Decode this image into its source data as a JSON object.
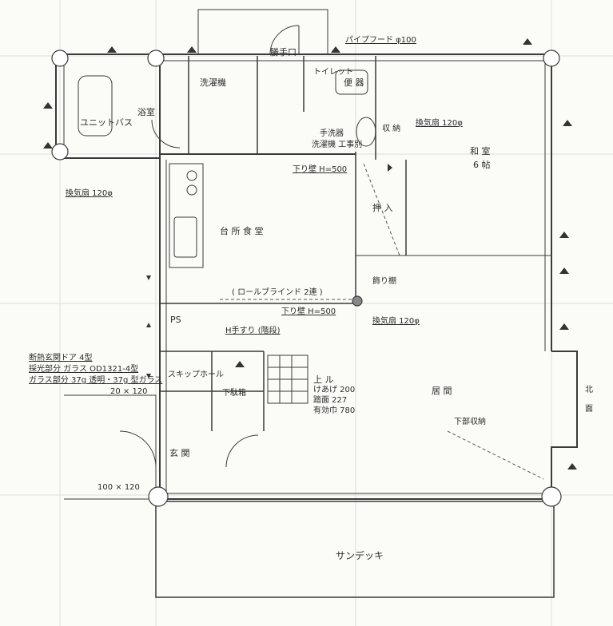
{
  "drawing": {
    "rooms": {
      "bath": "浴室",
      "unit_bath": "ユニットバス",
      "washroom": "洗濯機",
      "washroom_sub": "",
      "back_door": "勝手口",
      "toilet": "便 器",
      "washbasin": "手洗器",
      "storage1": "収 納",
      "japanese_room": "和 室",
      "japanese_size": "6 帖",
      "oshiire": "押 入",
      "ldk": "台 所  食 堂",
      "hall": "玄 関",
      "closet": "下駄箱",
      "skin_room": "スキップホール",
      "living": "居 間",
      "sundeck": "サンデッキ",
      "deco": "飾り棚",
      "ps": "PS",
      "kitchen": "",
      "wc_label": "トイレット"
    },
    "notes": {
      "pipe": "パイプフード φ100",
      "vent1": "換気扇 120φ",
      "vent2": "換気扇 120φ",
      "vent3": "換気扇 120φ",
      "drop_wall1": "下り壁 H=500",
      "drop_wall2": "下り壁 H=500",
      "roll_blind": "( ロールブラインド 2連 )",
      "handrail": "H手すり (階段)",
      "door_note_1": "断熱玄関ドア 4型",
      "door_note_2": "採光部分 ガラス OD1321-4型",
      "door_note_3": "ガラス部分 37g 透明・37g 型ガラス",
      "window_1": "20 × 120",
      "window_2": "100 × 120",
      "stair_up": "上 ル",
      "stair_spec_1": "けあげ 200",
      "stair_spec_2": "踏面 227",
      "stair_spec_3": "有効巾 780",
      "sub_open": "下部収納",
      "wash_tag": "洗濯機 工事別",
      "sh1": "北",
      "sh2": "面"
    }
  }
}
